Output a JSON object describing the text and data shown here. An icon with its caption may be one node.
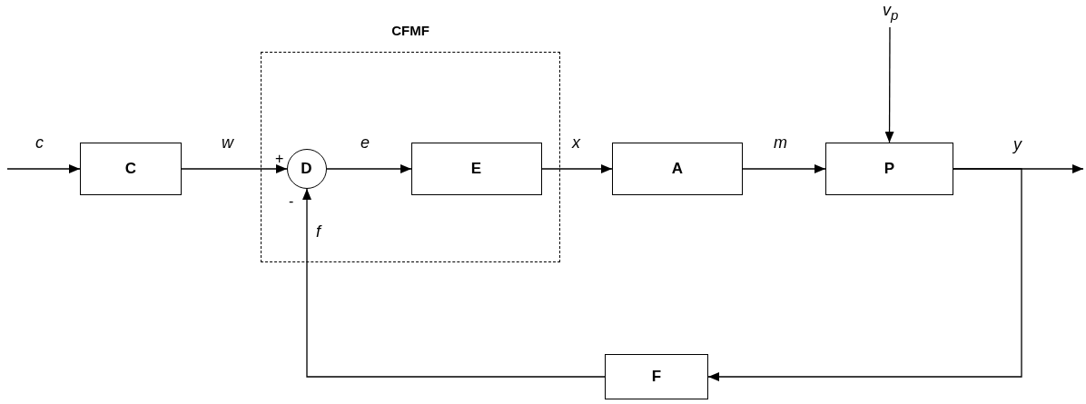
{
  "diagram": {
    "nodes": [
      {
        "text": [
          "CFMF"
        ]
      },
      {
        "text": [
          "C"
        ]
      },
      {
        "text": [
          "D"
        ],
        "in": 0
      },
      {
        "text": [
          "E"
        ],
        "in": 0
      },
      {
        "text": [
          "A"
        ]
      },
      {
        "text": [
          "P"
        ]
      },
      {
        "text": [
          "F"
        ]
      }
    ],
    "edges": [
      {
        "from": null,
        "to": 1,
        "arrow": "to",
        "label": "c"
      },
      {
        "from": 1,
        "to": 2,
        "arrow": "to",
        "label": "w"
      },
      {
        "from": 2,
        "to": 3,
        "arrow": "to",
        "label": "e"
      },
      {
        "from": 3,
        "to": 4,
        "arrow": "to",
        "label": "x"
      },
      {
        "from": 4,
        "to": 5,
        "arrow": "to",
        "label": "m"
      },
      {
        "from": 5,
        "to": null,
        "arrow": "to",
        "label": "y"
      },
      {
        "from": null,
        "to": 5,
        "arrow": "to",
        "label": "v$_{p}$"
      },
      {
        "from": 5,
        "to": 6,
        "arrow": "to"
      },
      {
        "from": 6,
        "to": 2,
        "arrow": "to",
        "label": "f"
      }
    ],
    "labels": [
      "+",
      "-"
    ]
  }
}
